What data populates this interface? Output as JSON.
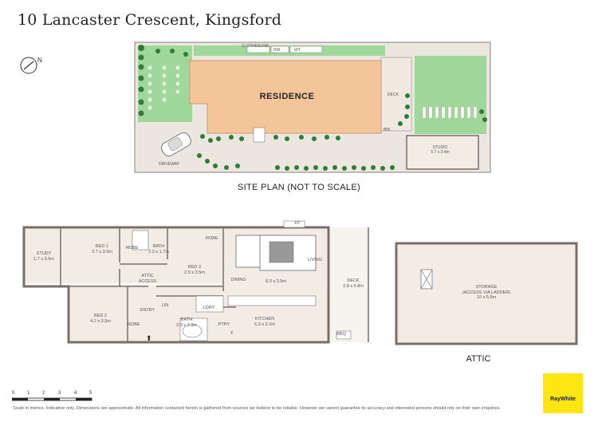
{
  "header": {
    "title": "10 Lancaster Crescent, Kingsford"
  },
  "site_plan": {
    "caption": "SITE PLAN (NOT TO SCALE)",
    "residence_label": "RESIDENCE",
    "clothesline": "CLOTHESLINE",
    "hw": "HW",
    "wt": "WT",
    "deck": "DECK",
    "bin": "BIN",
    "driveway": "DRIVEWAY",
    "studio_name": "STUDIO",
    "studio_size": "5.7 x 3.4m"
  },
  "floor_plan": {
    "rooms": [
      {
        "id": "study",
        "name": "STUDY",
        "size": "1.7 x 3.5m"
      },
      {
        "id": "bed1",
        "name": "BED 1",
        "size": "3.7 x 3.5m"
      },
      {
        "id": "bath1",
        "name": "BATH",
        "size": "2.2 x 1.7m"
      },
      {
        "id": "bed3",
        "name": "BED 3",
        "size": "2.9 x 3.5m"
      },
      {
        "id": "bed2",
        "name": "BED 2",
        "size": "4.2 x 3.5m"
      },
      {
        "id": "bath2",
        "name": "BATH",
        "size": "2.9 x 2.3m"
      },
      {
        "id": "kitchen",
        "name": "KITCHEN",
        "size": "6.3 x 2.2m"
      },
      {
        "id": "dining_living",
        "name": "",
        "size": "6.9 x 3.5m"
      },
      {
        "id": "deck",
        "name": "DECK",
        "size": "2.8 x 6.8m"
      }
    ],
    "labels": {
      "robe": "ROBE",
      "attic": "ATTIC",
      "access": "ACCESS",
      "entry": "ENTRY",
      "ldry": "LDRY",
      "dining": "DINING",
      "living": "LIVING",
      "fp": "FP",
      "ptry": "PTRY",
      "f": "F",
      "bbq": "BBQ",
      "lin": "LIN"
    }
  },
  "attic": {
    "caption": "ATTIC",
    "storage_name": "STORAGE",
    "storage_note": "(ACCESS VIA LADDER)",
    "storage_size": "10 x 5.9m"
  },
  "scale": {
    "ticks": [
      "0",
      "1",
      "2",
      "3",
      "4",
      "5"
    ]
  },
  "footer": {
    "disclaimer": "Scale in metres. Indicative only. Dimensions are approximate. All information contained herein is gathered from sources we believe to be reliable. However we cannot guarantee its accuracy and interested persons should rely on their own enquiries."
  },
  "brand": {
    "name": "RayWhite",
    "color": "#ffe512"
  },
  "colors": {
    "lawn": "#9fd89a",
    "residence": "#f5c59a",
    "paving": "#ebe6df",
    "room": "#f2ece4",
    "wall": "#7a6f66",
    "tree": "#2f7d35"
  }
}
